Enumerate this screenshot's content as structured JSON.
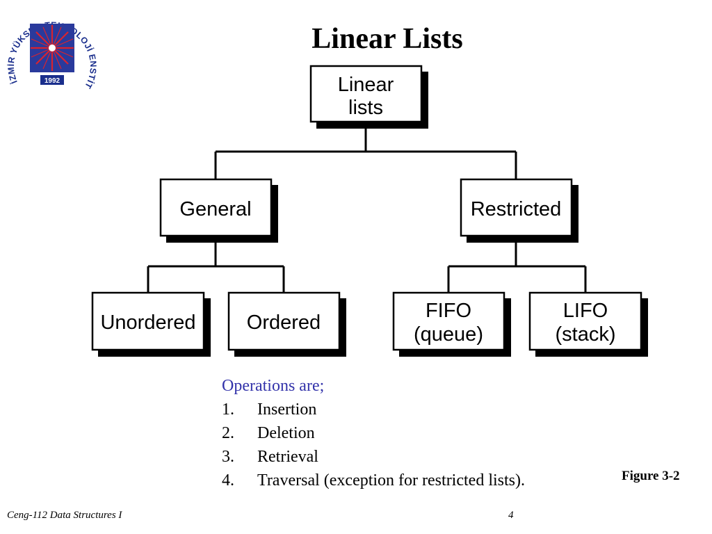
{
  "slide": {
    "title": "Linear Lists",
    "logo": {
      "top_text": "İZMİR YÜKSEK TEKNOLOJİ ENSTİTÜSÜ",
      "year": "1992",
      "icon": "star-emblem-icon",
      "colors": {
        "ring": "#1a2e8c",
        "emblem_bg": "#2a3a9c",
        "star": "#d9232e"
      }
    },
    "tree": {
      "root": {
        "lines": [
          "Linear",
          "lists"
        ]
      },
      "general": {
        "lines": [
          "General"
        ]
      },
      "restricted": {
        "lines": [
          "Restricted"
        ]
      },
      "unordered": {
        "lines": [
          "Unordered"
        ]
      },
      "ordered": {
        "lines": [
          "Ordered"
        ]
      },
      "fifo": {
        "lines": [
          "FIFO",
          "(queue)"
        ]
      },
      "lifo": {
        "lines": [
          "LIFO",
          "(stack)"
        ]
      }
    },
    "operations": {
      "heading": "Operations are;",
      "items": [
        {
          "num": "1.",
          "text": "Insertion"
        },
        {
          "num": "2.",
          "text": "Deletion"
        },
        {
          "num": "3.",
          "text": "Retrieval"
        },
        {
          "num": "4.",
          "text": "Traversal (exception for restricted lists)."
        }
      ]
    },
    "figure_label": "Figure 3-2",
    "footer": {
      "course": "Ceng-112 Data Structures I",
      "page": "4"
    },
    "colors": {
      "heading_blue": "#3333aa",
      "shadow": "#000000"
    }
  }
}
